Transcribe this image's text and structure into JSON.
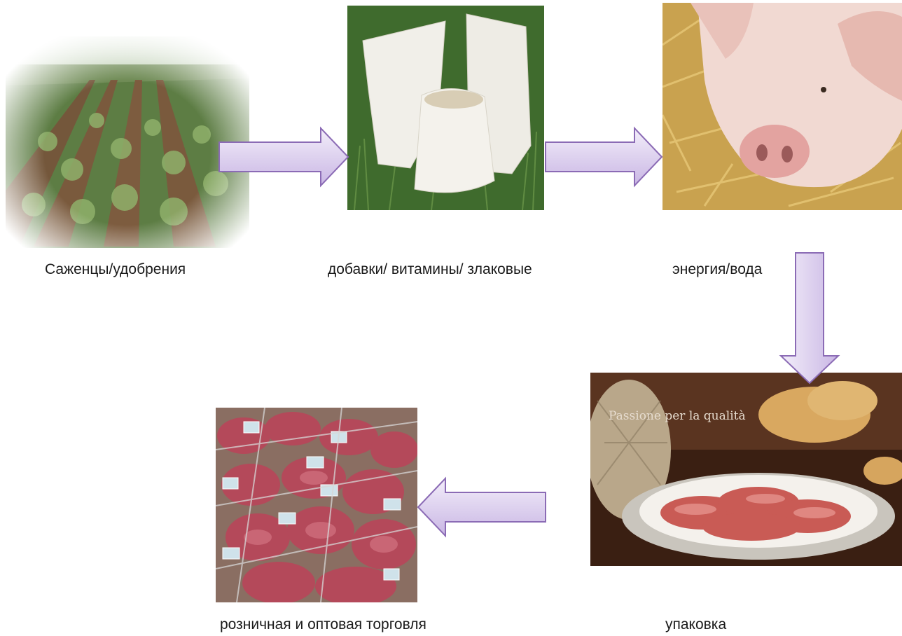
{
  "steps": [
    {
      "label": "Саженцы/удобрения",
      "image": "field-of-seedlings"
    },
    {
      "label": "добавки/ витамины/ злаковые",
      "image": "feed-sacks"
    },
    {
      "label": "энергия/вода",
      "image": "pig-on-straw"
    },
    {
      "label": "упаковка",
      "image": "sliced-ham-plate",
      "photo_text": "Passione per la qualità"
    },
    {
      "label": "розничная и оптовая торговля",
      "image": "packaged-meat"
    }
  ],
  "arrows": [
    {
      "from": 0,
      "to": 1,
      "direction": "right"
    },
    {
      "from": 1,
      "to": 2,
      "direction": "right"
    },
    {
      "from": 2,
      "to": 3,
      "direction": "down"
    },
    {
      "from": 3,
      "to": 4,
      "direction": "left"
    }
  ],
  "colors": {
    "arrow_fill_top": "#f3eefa",
    "arrow_fill_bottom": "#c9b6e4",
    "arrow_stroke": "#8b6bb5",
    "caption_text": "#1a1a1a"
  }
}
